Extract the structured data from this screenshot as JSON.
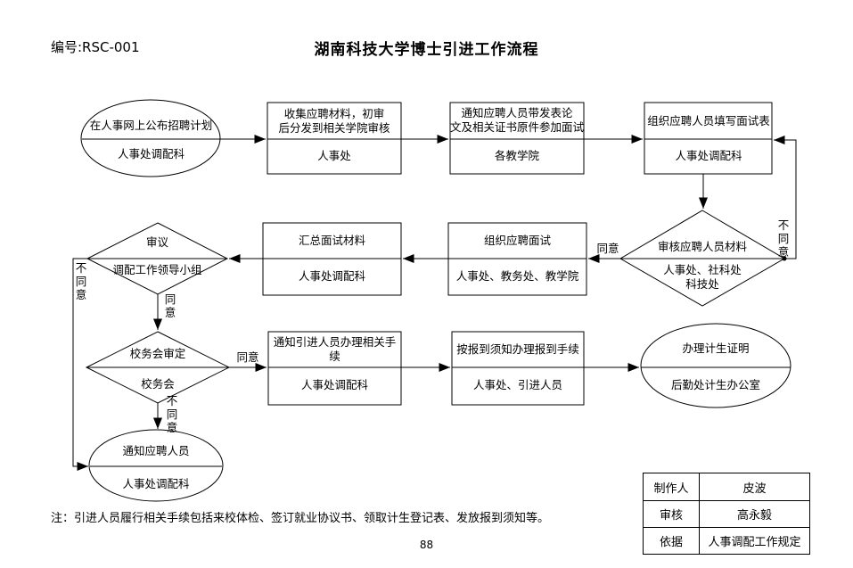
{
  "header": {
    "doc_number": "编号:RSC-001",
    "title": "湖南科技大学博士引进工作流程"
  },
  "flowchart": {
    "nodes": {
      "publish_plan": {
        "action": "在人事网上公布招聘计划",
        "owner": "人事处调配科"
      },
      "collect_materials": {
        "action1": "收集应聘材料，初审",
        "action2": "后分发到相关学院审核",
        "owner": "人事处"
      },
      "notify_interview": {
        "action1": "通知应聘人员带发表论",
        "action2": "文及相关证书原件参加面试",
        "owner": "各教学院"
      },
      "fill_form": {
        "action": "组织应聘人员填写面试表",
        "owner": "人事处调配科"
      },
      "review_materials": {
        "action": "审核应聘人员材料",
        "owner1": "人事处、社科处",
        "owner2": "科技处"
      },
      "organize_interview": {
        "action": "组织应聘面试",
        "owner": "人事处、教务处、教学院"
      },
      "summarize": {
        "action": "汇总面试材料",
        "owner": "人事处调配科"
      },
      "deliberate": {
        "action": "审议",
        "owner": "调配工作领导小组"
      },
      "council_review": {
        "action": "校务会审定",
        "owner": "校务会"
      },
      "notify_procedures": {
        "action": "通知引进人员办理相关手续",
        "owner": "人事处调配科"
      },
      "register": {
        "action": "按报到须知办理报到手续",
        "owner": "人事处、引进人员"
      },
      "family_planning": {
        "action": "办理计生证明",
        "owner": "后勤处计生办公室"
      },
      "notify_applicant": {
        "action": "通知应聘人员",
        "owner": "人事处调配科"
      }
    },
    "labels": {
      "agree": "同意",
      "disagree": "不同意"
    }
  },
  "footnote": "注：引进人员履行相关手续包括来校体检、签订就业协议书、领取计生登记表、发放报到须知等。",
  "page_number": "88",
  "info_table": {
    "rows": [
      {
        "label": "制作人",
        "value": "皮波"
      },
      {
        "label": "审核",
        "value": "高永毅"
      },
      {
        "label": "依据",
        "value": "人事调配工作规定"
      }
    ]
  },
  "colors": {
    "ink": "#000000",
    "background": "#ffffff"
  }
}
